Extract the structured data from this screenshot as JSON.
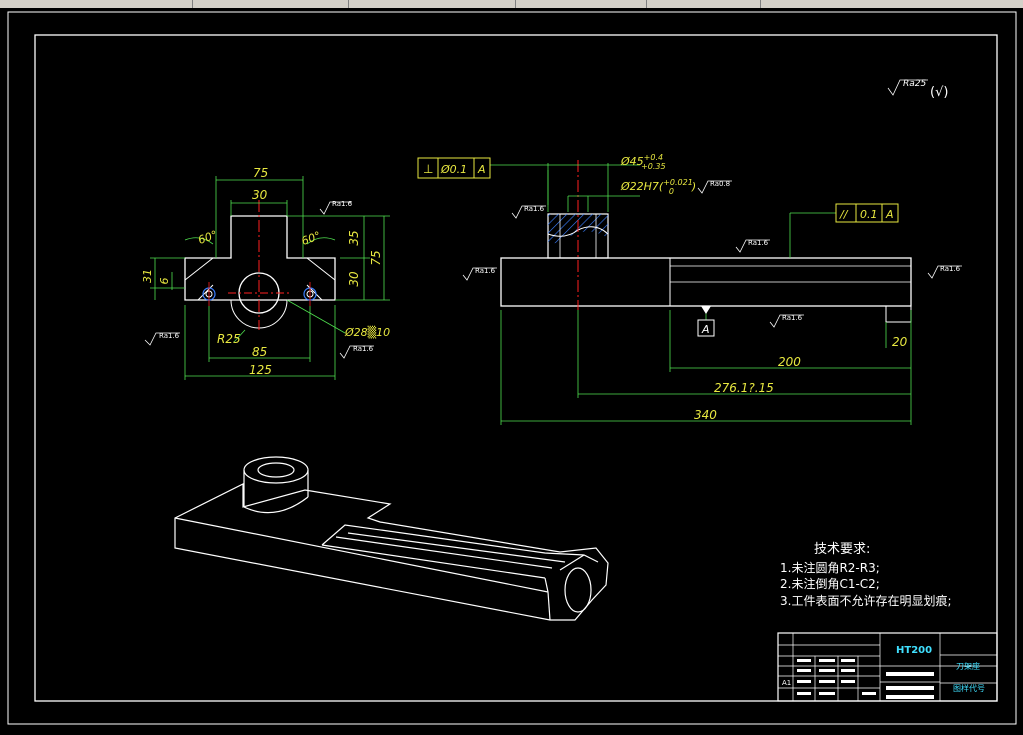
{
  "dimensions": {
    "front": {
      "width_top": "75",
      "boss_width": "30",
      "angle_left": "60°",
      "angle_right": "60°",
      "h_35": "35",
      "h_75": "75",
      "h_30": "30",
      "h_31": "31",
      "h_6": "6",
      "radius": "R25",
      "hole_dim": "Ø28▒10",
      "hole_spacing": "85",
      "total_width": "125"
    },
    "side": {
      "bore_tol": "Ø45+0.4+0.35",
      "bore_main": "Ø45",
      "bore_upper": "+0.4",
      "bore_lower": "+0.35",
      "h7_dim": "Ø22H7(+0.021 0)",
      "h7_main": "Ø22H7(",
      "h7_upper": "+0.021",
      "h7_lower": "0",
      "h7_close": ")",
      "len_200": "200",
      "len_276": "276.1?.15",
      "len_340": "340",
      "len_20": "20"
    }
  },
  "tolerance_frames": {
    "perpendicularity": {
      "symbol": "⊥",
      "value": "Ø0.1",
      "datum": "A"
    },
    "parallelism": {
      "symbol": "//",
      "value": "0.1",
      "datum": "A"
    },
    "datum_label": "A"
  },
  "roughness": {
    "general": "Ra25",
    "general_suffix": "(√)",
    "labels": [
      "Ra1.6",
      "Ra1.6",
      "Ra1.6",
      "Ra0.8",
      "Ra1.6",
      "Ra1.6",
      "Ra1.6",
      "Ra1.6",
      "Ra1.6"
    ]
  },
  "tech_requirements": {
    "title": "技术要求:",
    "items": [
      "1.未注圆角R2-R3;",
      "2.未注倒角C1-C2;",
      "3.工件表面不允许存在明显划痕;"
    ]
  },
  "title_block": {
    "material": "HT200",
    "drawing_name": "刀架座",
    "drawing_code": "图样代号",
    "scale_label": "A1"
  },
  "colors": {
    "outline": "#ffffff",
    "dimension": "#4fe04f",
    "center": "#ff2020",
    "text_yellow": "#e8e840",
    "hatch": "#3a7fff",
    "cyan": "#40e0ff"
  }
}
